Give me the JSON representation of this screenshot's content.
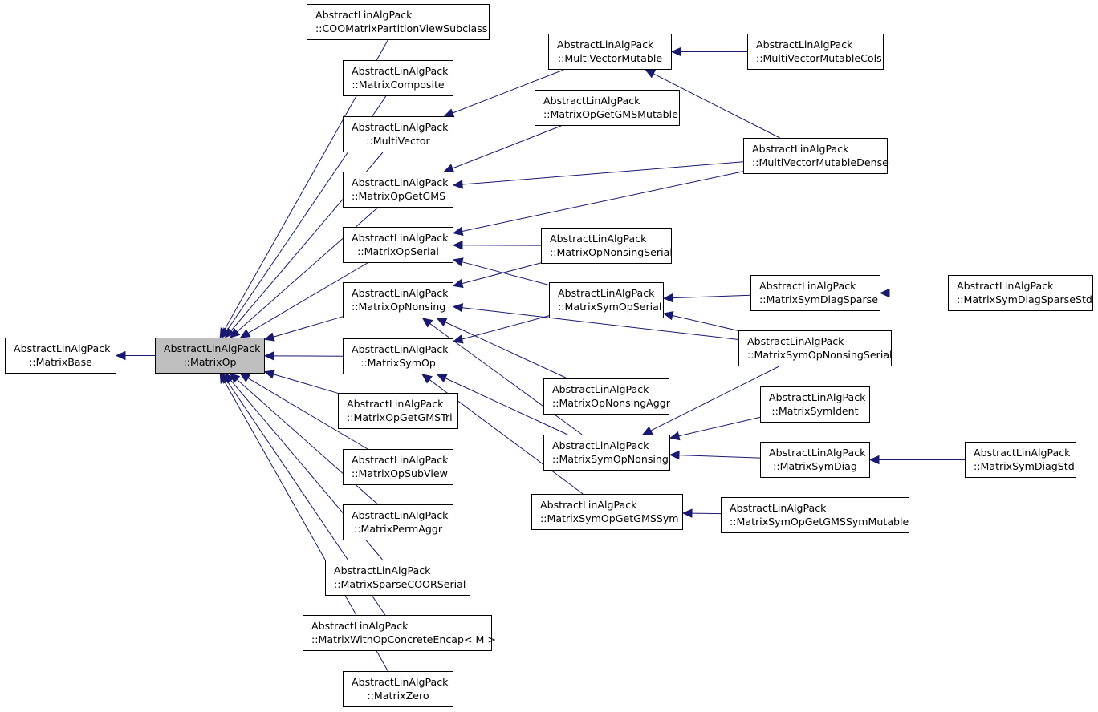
{
  "nodes": {
    "matrixbase": {
      "ns": "AbstractLinAlgPack",
      "name": "::MatrixBase"
    },
    "matrixop": {
      "ns": "AbstractLinAlgPack",
      "name": "::MatrixOp"
    },
    "coo": {
      "ns": "AbstractLinAlgPack",
      "name": "::COOMatrixPartitionViewSubclass"
    },
    "composite": {
      "ns": "AbstractLinAlgPack",
      "name": "::MatrixComposite"
    },
    "multivector": {
      "ns": "AbstractLinAlgPack",
      "name": "::MultiVector"
    },
    "opgetgms": {
      "ns": "AbstractLinAlgPack",
      "name": "::MatrixOpGetGMS"
    },
    "opserial": {
      "ns": "AbstractLinAlgPack",
      "name": "::MatrixOpSerial"
    },
    "opnonsing": {
      "ns": "AbstractLinAlgPack",
      "name": "::MatrixOpNonsing"
    },
    "symop": {
      "ns": "AbstractLinAlgPack",
      "name": "::MatrixSymOp"
    },
    "opgetgmstri": {
      "ns": "AbstractLinAlgPack",
      "name": "::MatrixOpGetGMSTri"
    },
    "opsubview": {
      "ns": "AbstractLinAlgPack",
      "name": "::MatrixOpSubView"
    },
    "permaggr": {
      "ns": "AbstractLinAlgPack",
      "name": "::MatrixPermAggr"
    },
    "sparsecoor": {
      "ns": "AbstractLinAlgPack",
      "name": "::MatrixSparseCOORSerial"
    },
    "withop": {
      "ns": "AbstractLinAlgPack",
      "name": "::MatrixWithOpConcreteEncap< M >"
    },
    "zero": {
      "ns": "AbstractLinAlgPack",
      "name": "::MatrixZero"
    },
    "mvmutable": {
      "ns": "AbstractLinAlgPack",
      "name": "::MultiVectorMutable"
    },
    "opgetgmsmutable": {
      "ns": "AbstractLinAlgPack",
      "name": "::MatrixOpGetGMSMutable"
    },
    "opnonsingserial": {
      "ns": "AbstractLinAlgPack",
      "name": "::MatrixOpNonsingSerial"
    },
    "symopserial": {
      "ns": "AbstractLinAlgPack",
      "name": "::MatrixSymOpSerial"
    },
    "opnonsingaggr": {
      "ns": "AbstractLinAlgPack",
      "name": "::MatrixOpNonsingAggr"
    },
    "symopnonsing": {
      "ns": "AbstractLinAlgPack",
      "name": "::MatrixSymOpNonsing"
    },
    "symopgetgmssym": {
      "ns": "AbstractLinAlgPack",
      "name": "::MatrixSymOpGetGMSSym"
    },
    "mvmutablecols": {
      "ns": "AbstractLinAlgPack",
      "name": "::MultiVectorMutableCols"
    },
    "mvmutabledense": {
      "ns": "AbstractLinAlgPack",
      "name": "::MultiVectorMutableDense"
    },
    "symdiagsparse": {
      "ns": "AbstractLinAlgPack",
      "name": "::MatrixSymDiagSparse"
    },
    "symopnonsingserial": {
      "ns": "AbstractLinAlgPack",
      "name": "::MatrixSymOpNonsingSerial"
    },
    "symident": {
      "ns": "AbstractLinAlgPack",
      "name": "::MatrixSymIdent"
    },
    "symdiag": {
      "ns": "AbstractLinAlgPack",
      "name": "::MatrixSymDiag"
    },
    "symopgetgmssymmutable": {
      "ns": "AbstractLinAlgPack",
      "name": "::MatrixSymOpGetGMSSymMutable"
    },
    "symdiagsparsestd": {
      "ns": "AbstractLinAlgPack",
      "name": "::MatrixSymDiagSparseStd"
    },
    "symdiagstd": {
      "ns": "AbstractLinAlgPack",
      "name": "::MatrixSymDiagStd"
    }
  },
  "edges": [
    {
      "from": "matrixop",
      "to": "matrixbase"
    },
    {
      "from": "coo",
      "to": "matrixop"
    },
    {
      "from": "composite",
      "to": "matrixop"
    },
    {
      "from": "multivector",
      "to": "matrixop"
    },
    {
      "from": "opgetgms",
      "to": "matrixop"
    },
    {
      "from": "opserial",
      "to": "matrixop"
    },
    {
      "from": "opnonsing",
      "to": "matrixop"
    },
    {
      "from": "symop",
      "to": "matrixop"
    },
    {
      "from": "opgetgmstri",
      "to": "matrixop"
    },
    {
      "from": "opsubview",
      "to": "matrixop"
    },
    {
      "from": "permaggr",
      "to": "matrixop"
    },
    {
      "from": "sparsecoor",
      "to": "matrixop"
    },
    {
      "from": "withop",
      "to": "matrixop"
    },
    {
      "from": "zero",
      "to": "matrixop"
    },
    {
      "from": "mvmutable",
      "to": "multivector"
    },
    {
      "from": "opgetgmsmutable",
      "to": "opgetgms"
    },
    {
      "from": "mvmutabledense",
      "to": "opgetgms"
    },
    {
      "from": "mvmutabledense",
      "to": "opserial"
    },
    {
      "from": "opnonsingserial",
      "to": "opserial"
    },
    {
      "from": "symopserial",
      "to": "opserial"
    },
    {
      "from": "opnonsingserial",
      "to": "opnonsing"
    },
    {
      "from": "symopnonsingserial",
      "to": "opnonsing"
    },
    {
      "from": "opnonsingaggr",
      "to": "opnonsing"
    },
    {
      "from": "symopnonsing",
      "to": "opnonsing"
    },
    {
      "from": "symopserial",
      "to": "symop"
    },
    {
      "from": "symopnonsing",
      "to": "symop"
    },
    {
      "from": "symopgetgmssym",
      "to": "symop"
    },
    {
      "from": "mvmutablecols",
      "to": "mvmutable"
    },
    {
      "from": "mvmutabledense",
      "to": "mvmutable"
    },
    {
      "from": "symdiagsparse",
      "to": "symopserial"
    },
    {
      "from": "symopnonsingserial",
      "to": "symopserial"
    },
    {
      "from": "symopnonsingserial",
      "to": "symopnonsing"
    },
    {
      "from": "symident",
      "to": "symopnonsing"
    },
    {
      "from": "symdiag",
      "to": "symopnonsing"
    },
    {
      "from": "symopgetgmssymmutable",
      "to": "symopgetgmssym"
    },
    {
      "from": "symdiagsparsestd",
      "to": "symdiagsparse"
    },
    {
      "from": "symdiagstd",
      "to": "symdiag"
    }
  ],
  "colors": {
    "edge": "#191970",
    "current_fill": "#bfbfbf",
    "node_border": "#000000"
  }
}
